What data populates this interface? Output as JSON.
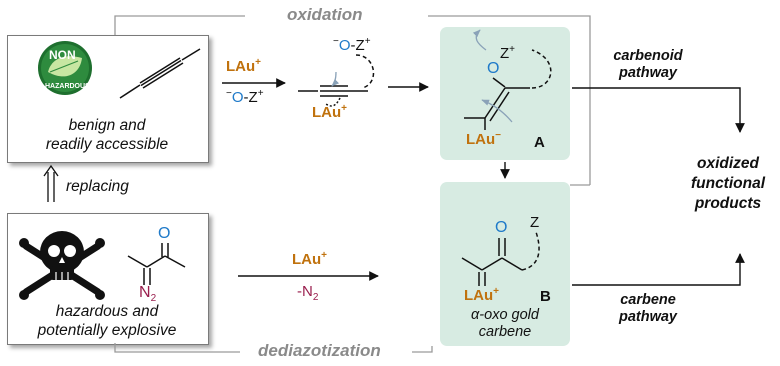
{
  "top_connector_label": "oxidation",
  "bottom_connector_label": "dediazotization",
  "box_benign": {
    "line1": "benign and",
    "line2": "readily accessible",
    "badge_top": "NON",
    "badge_bottom": "HAZARDOUS"
  },
  "box_hazardous": {
    "line1": "hazardous and",
    "line2": "potentially explosive"
  },
  "replacing_label": "replacing",
  "reagent_top": {
    "catalyst": "LAu",
    "catalyst_charge": "+",
    "oxidant_minus": "−",
    "oxidant_O": "O",
    "oxidant_dash": "-Z",
    "oxidant_plus": "+"
  },
  "reagent_bottom": {
    "catalyst": "LAu",
    "catalyst_charge": "+",
    "loss": "-N",
    "loss_sub": "2"
  },
  "alkyne_complex": {
    "O_minus": "−",
    "O": "O",
    "Z": "-Z",
    "Z_plus": "+",
    "LAu": "LAu",
    "LAu_charge": "+"
  },
  "intermediate_A": {
    "O": "O",
    "Z": "Z",
    "Z_plus": "+",
    "LAu": "LAu",
    "LAu_charge": "−",
    "label": "A"
  },
  "intermediate_B": {
    "O": "O",
    "Z": "Z",
    "LAu": "LAu",
    "LAu_charge": "+",
    "label": "B",
    "caption1": "α-oxo gold",
    "caption2": "carbene"
  },
  "diazo_compound": {
    "O": "O",
    "N": "N",
    "N_sub": "2"
  },
  "pathway_top": {
    "line1": "carbenoid",
    "line2": "pathway"
  },
  "pathway_bottom": {
    "line1": "carbene",
    "line2": "pathway"
  },
  "products": {
    "line1": "oxidized",
    "line2": "functional",
    "line3": "products"
  },
  "colors": {
    "gold": "#c0720e",
    "oxygen_blue": "#1f7ac9",
    "nitrogen_maroon": "#9a1f4e",
    "green_box": "#d7ebe2",
    "badge_green": "#2e8b3e"
  }
}
